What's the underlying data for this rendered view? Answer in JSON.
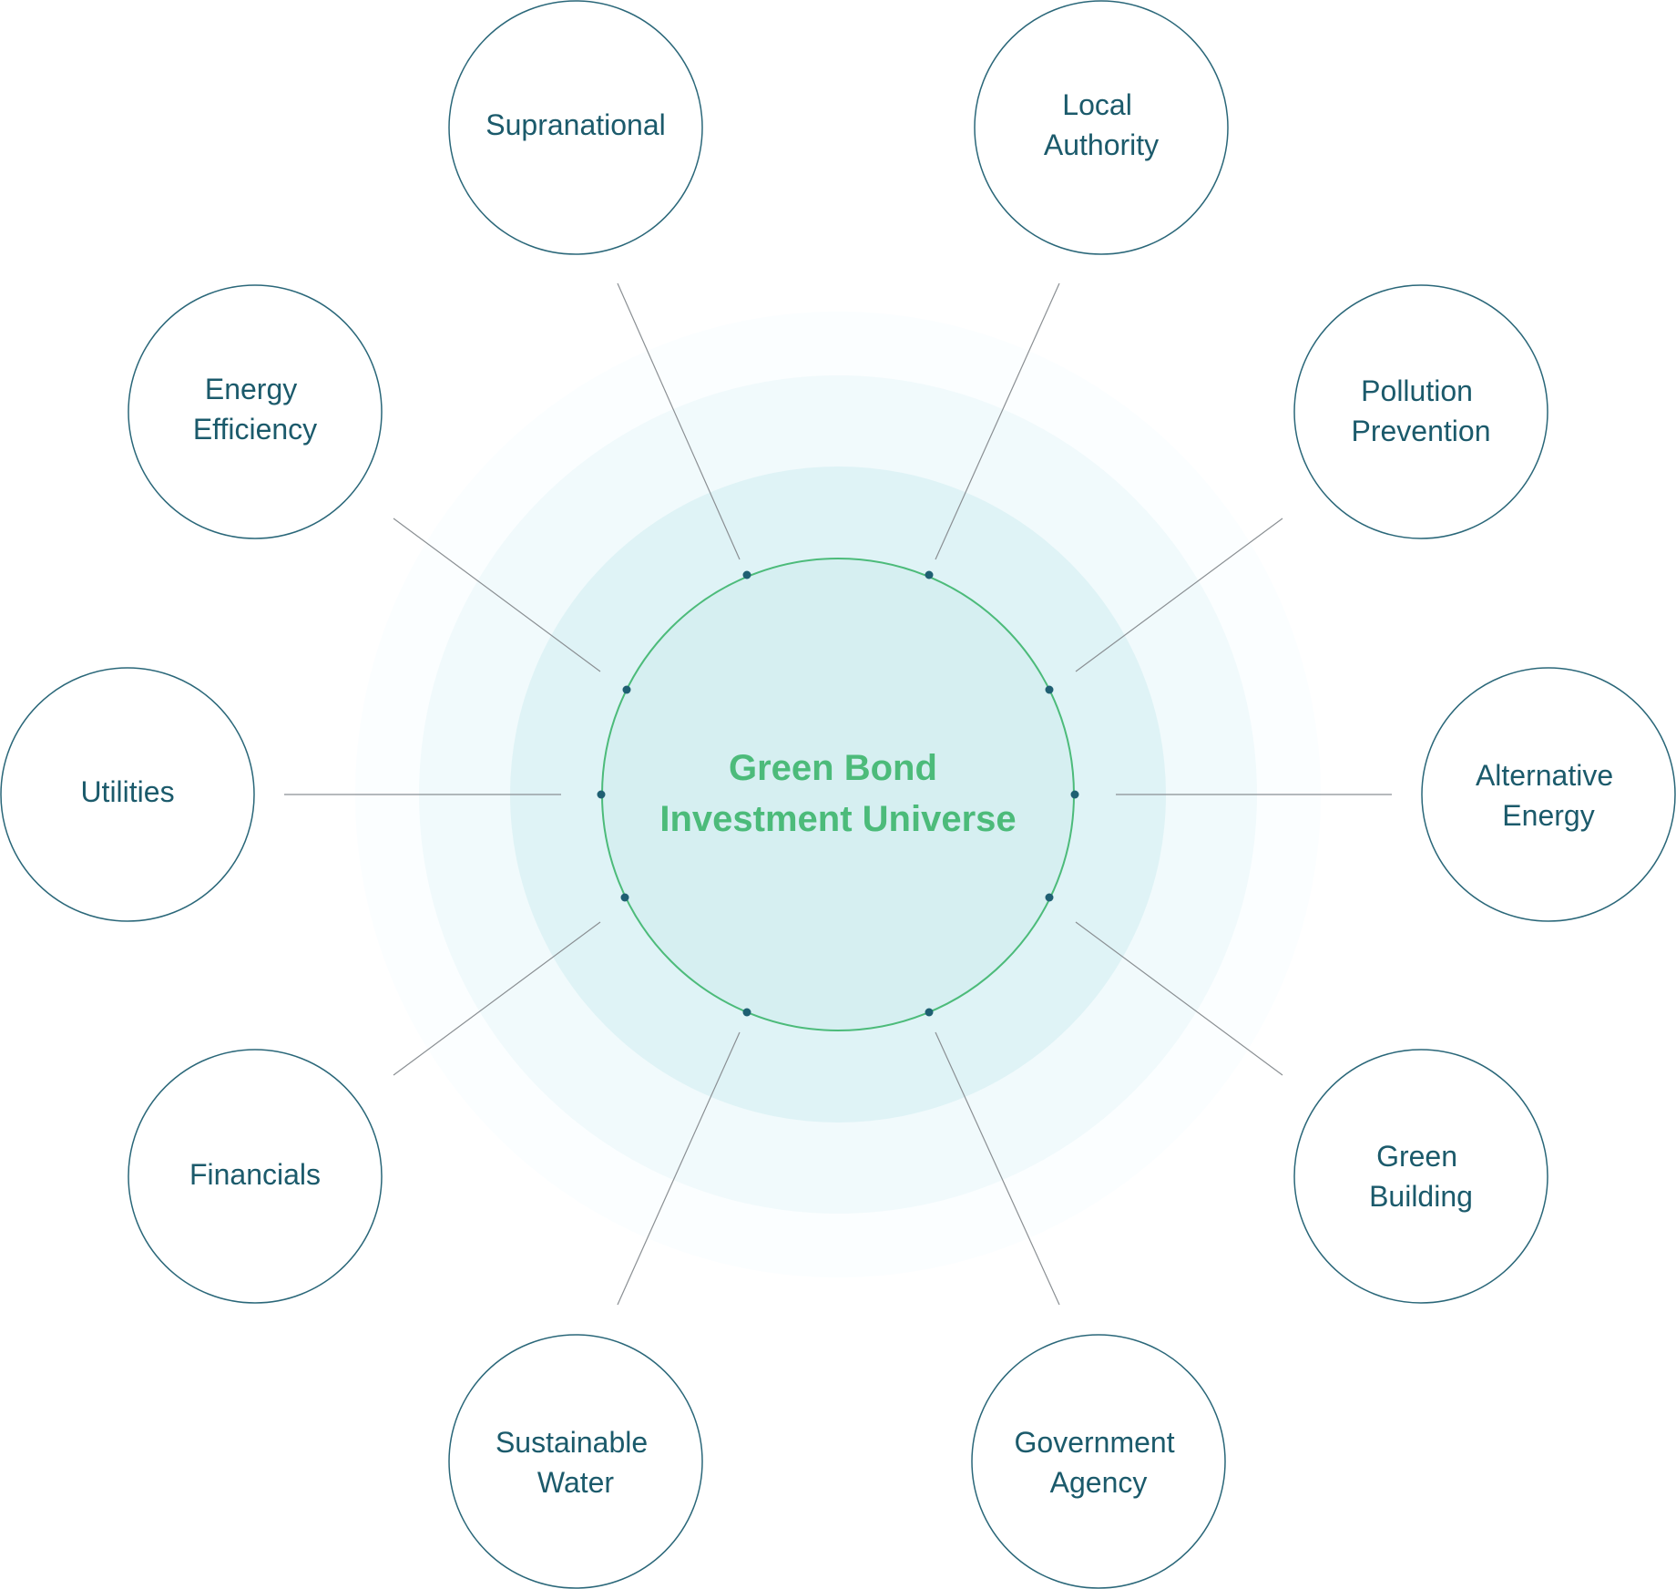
{
  "center": {
    "line1": "Green Bond",
    "line2": "Investment Universe"
  },
  "nodes": [
    {
      "line1": "Supranational",
      "line2": ""
    },
    {
      "line1": "Local",
      "line2": "Authority"
    },
    {
      "line1": "Pollution",
      "line2": "Prevention"
    },
    {
      "line1": "Alternative",
      "line2": "Energy"
    },
    {
      "line1": "Green",
      "line2": "Building"
    },
    {
      "line1": "Government",
      "line2": "Agency"
    },
    {
      "line1": "Sustainable",
      "line2": "Water"
    },
    {
      "line1": "Financials",
      "line2": ""
    },
    {
      "line1": "Utilities",
      "line2": ""
    },
    {
      "line1": "Energy",
      "line2": "Efficiency"
    }
  ],
  "colors": {
    "node_border": "#2a6779",
    "node_text": "#1b5a6b",
    "center_text": "#4cbb7a",
    "center_ring": "#4cbb7a",
    "connector": "#8a8f93",
    "dot": "#1f5f72",
    "halo_outer": "#f1fafc",
    "halo_mid": "#dff3f6",
    "halo_inner": "#d6eff1"
  }
}
